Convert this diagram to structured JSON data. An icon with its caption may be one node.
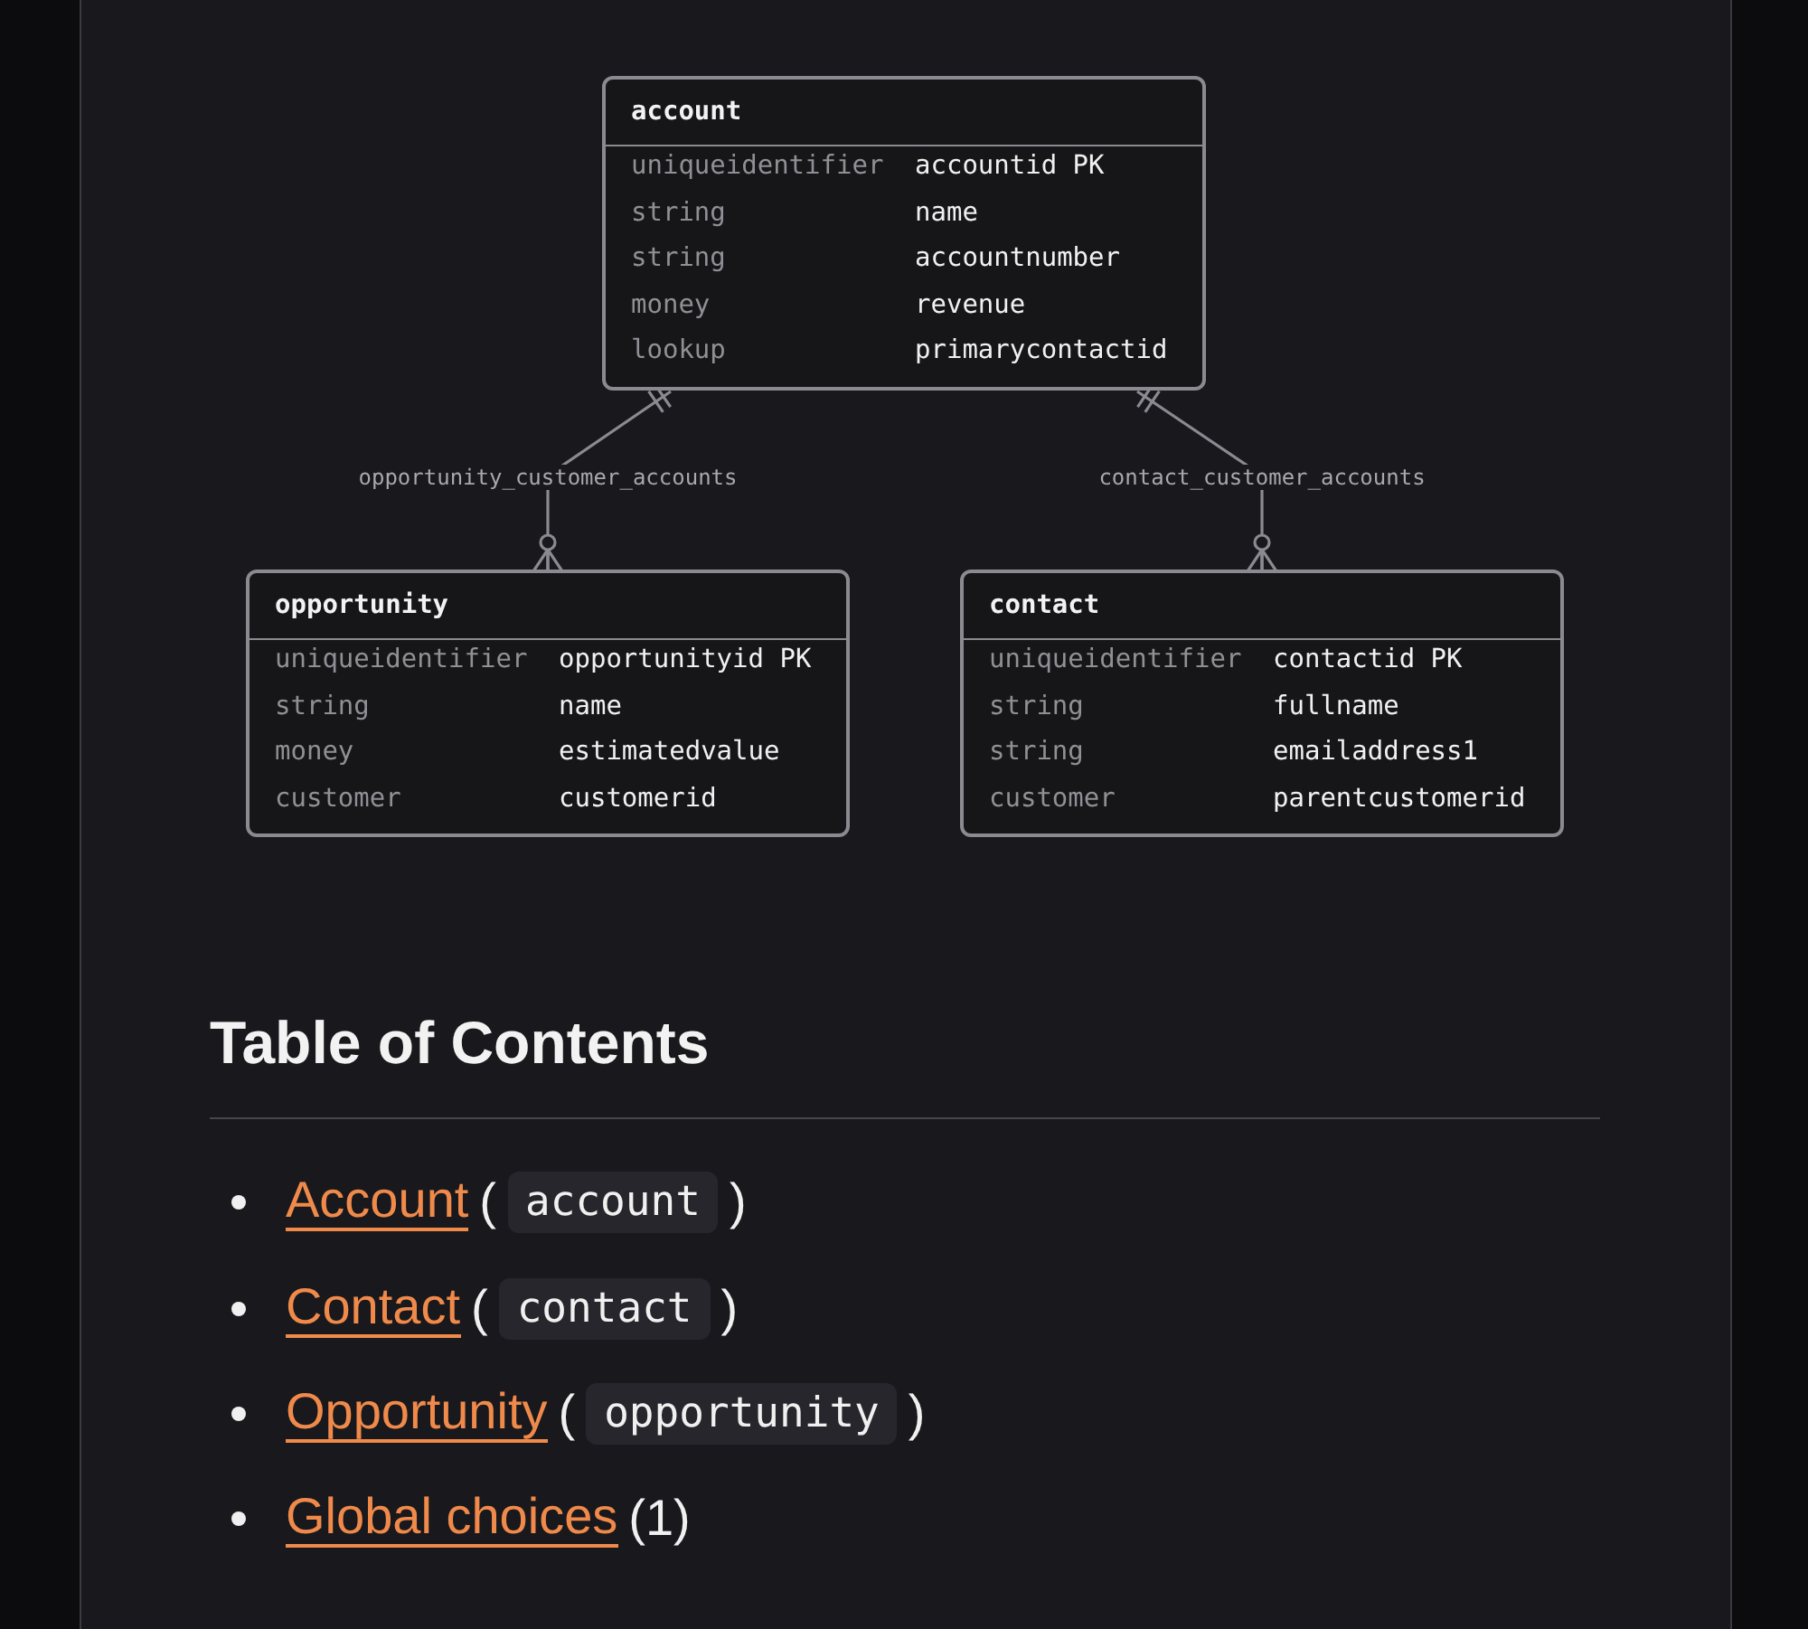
{
  "diagram": {
    "nodes": [
      {
        "text": [
          "account",
          "uniqueidentifier",
          "accountid PK",
          "string",
          "name",
          "string",
          "accountnumber",
          "money",
          "revenue",
          "lookup",
          "primarycontactid"
        ]
      },
      {
        "text": [
          "opportunity",
          "uniqueidentifier",
          "opportunityid PK",
          "string",
          "name",
          "money",
          "estimatedvalue",
          "customer",
          "customerid"
        ]
      },
      {
        "text": [
          "contact",
          "uniqueidentifier",
          "contactid PK",
          "string",
          "fullname",
          "string",
          "emailaddress1",
          "customer",
          "parentcustomerid"
        ]
      }
    ],
    "edges": [
      {
        "from": 0,
        "to": 1,
        "arrow": "other",
        "label": "opportunity_customer_accounts"
      },
      {
        "from": 0,
        "to": 2,
        "arrow": "other",
        "label": "contact_customer_accounts"
      }
    ],
    "labels": [
      "Table of Contents",
      "Account",
      "(",
      "account",
      ")",
      "Contact",
      "(",
      "contact",
      ")",
      "Opportunity",
      "(",
      "opportunity",
      ")",
      "Global choices",
      "(1)"
    ]
  }
}
